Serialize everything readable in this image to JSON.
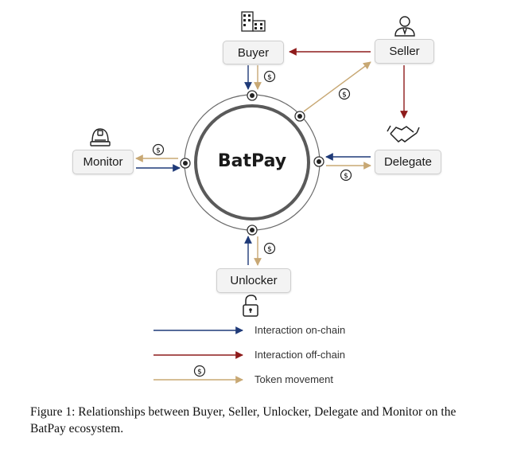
{
  "center": {
    "label": "BatPay"
  },
  "nodes": {
    "buyer": {
      "label": "Buyer",
      "icon": "buildings-icon"
    },
    "seller": {
      "label": "Seller",
      "icon": "person-icon"
    },
    "monitor": {
      "label": "Monitor",
      "icon": "helmet-icon"
    },
    "delegate": {
      "label": "Delegate",
      "icon": "handshake-icon"
    },
    "unlocker": {
      "label": "Unlocker",
      "icon": "unlocked-padlock-icon"
    }
  },
  "token_symbol": "$",
  "legend": {
    "on_chain": "Interaction on-chain",
    "off_chain": "Interaction off-chain",
    "token": "Token movement"
  },
  "colors": {
    "on_chain": "#1f3a78",
    "off_chain": "#8e1b1b",
    "token": "#c8a874"
  },
  "caption": "Figure 1: Relationships between Buyer, Seller, Unlocker, Delegate and Monitor on the BatPay ecosystem."
}
